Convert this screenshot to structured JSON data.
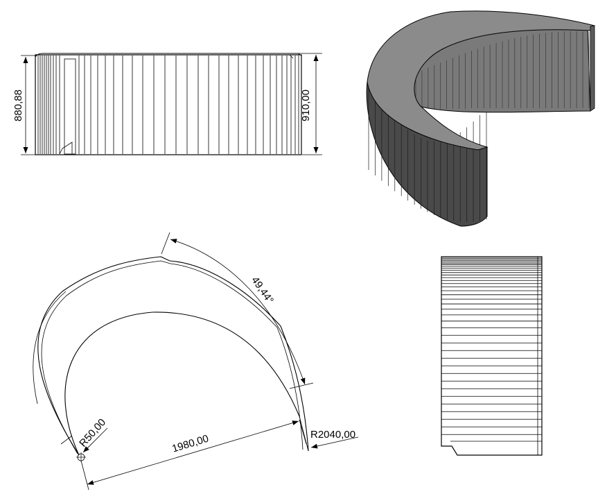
{
  "drawing": {
    "front_view": {
      "height_left": "880,88",
      "height_right": "910,00"
    },
    "top_view": {
      "angle": "49,44°",
      "radius_small": "R50,00",
      "chord": "1980,00",
      "radius_outer": "R2040,00"
    }
  }
}
